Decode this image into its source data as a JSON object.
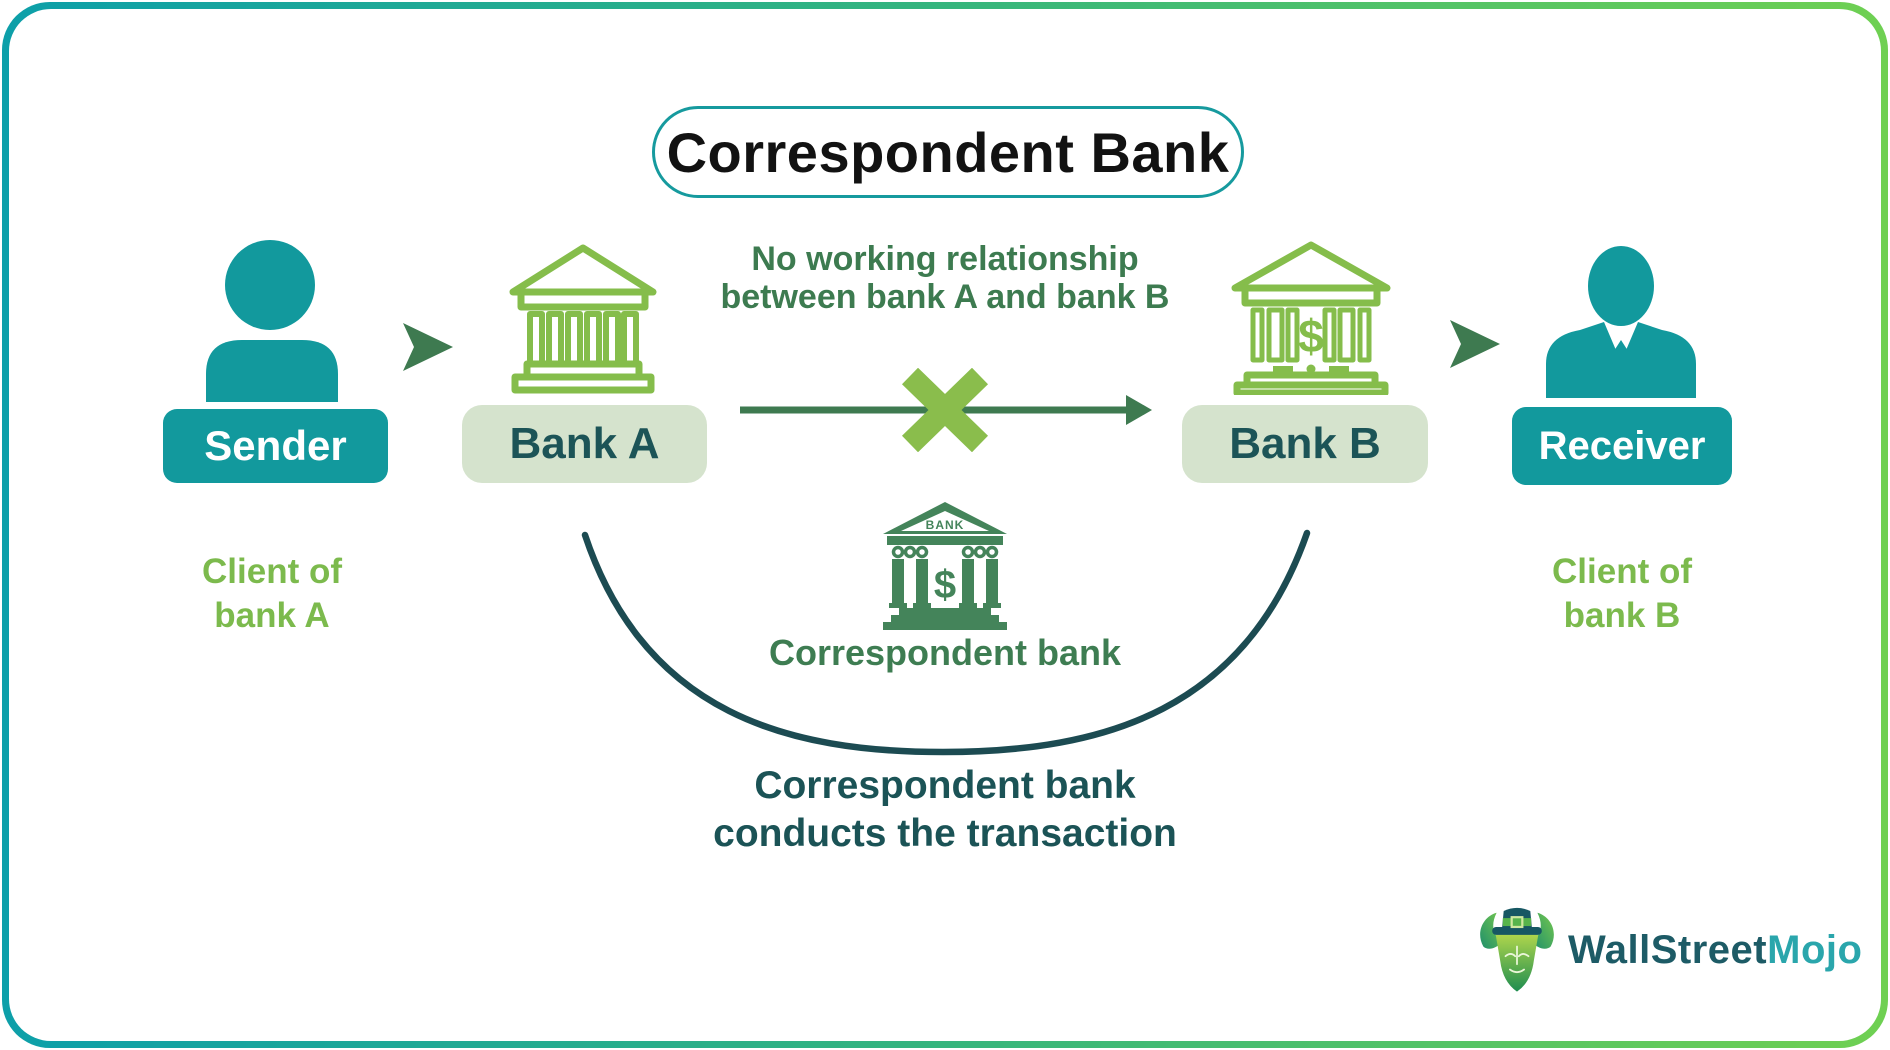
{
  "title": "Correspondent Bank",
  "sender": {
    "label": "Sender",
    "caption_line1": "Client of",
    "caption_line2": "bank A"
  },
  "bank_a": {
    "label": "Bank A"
  },
  "bank_b": {
    "label": "Bank B",
    "dollar": "$"
  },
  "receiver": {
    "label": "Receiver",
    "caption_line1": "Client of",
    "caption_line2": "bank B"
  },
  "relationship_note": {
    "line1": "No working relationship",
    "line2": "between bank A and bank B"
  },
  "correspondent": {
    "icon_caption": "BANK",
    "dollar": "$",
    "label": "Correspondent bank",
    "note_line1": "Correspondent bank",
    "note_line2": "conducts the transaction"
  },
  "logo": {
    "text_primary": "WallStreet",
    "text_accent": "Mojo"
  },
  "colors": {
    "teal": "#12999d",
    "dark_teal_text": "#1c5457",
    "sage_badge": "#d5e3cd",
    "light_green_icon": "#85bd4b",
    "dark_green_arrow": "#3e7a50",
    "green_caption": "#7cba4d",
    "cross_green": "#8abd4c",
    "curve_dark_teal": "#1c4b52",
    "correspondent_green": "#44845a",
    "bottom_note_teal": "#1b5356",
    "border_gradient_start": "#0d9fa9",
    "border_gradient_end": "#6fd052",
    "logo_primary": "#1d5b66",
    "logo_accent": "#2aa6ac",
    "title_text": "#121212"
  }
}
